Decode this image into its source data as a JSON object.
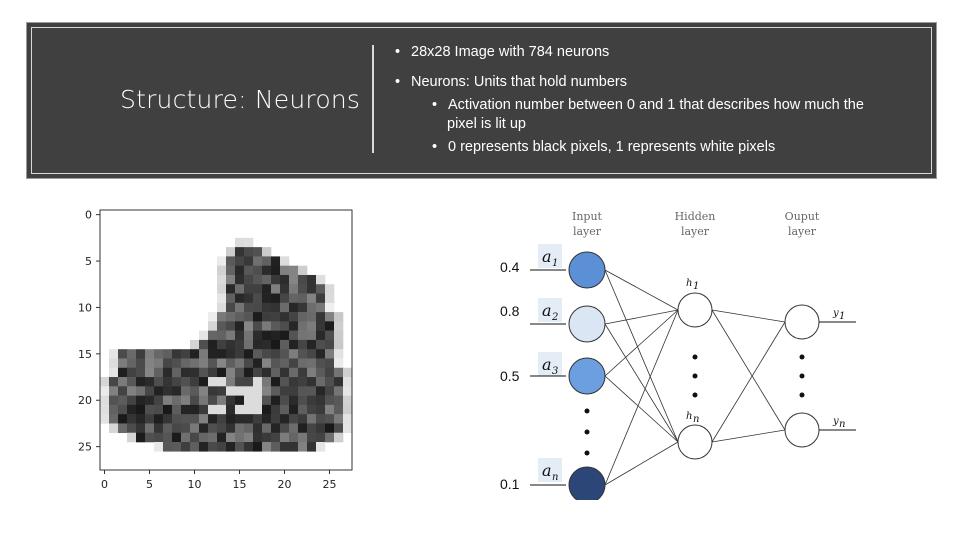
{
  "slide": {
    "title": "Structure: Neurons",
    "bullets": [
      {
        "text": "28x28 Image with 784 neurons"
      },
      {
        "text": "Neurons: Units that hold numbers",
        "sub": [
          {
            "line1": "Activation number between 0 and 1 that describes how much the",
            "line2": "pixel is lit up"
          },
          {
            "line1": "0 represents black pixels, 1 represents white pixels"
          }
        ]
      }
    ],
    "bullet_char": "•"
  },
  "image_plot": {
    "x_ticks": [
      "0",
      "5",
      "10",
      "15",
      "20",
      "25"
    ],
    "y_ticks": [
      "0",
      "5",
      "10",
      "15",
      "20",
      "25"
    ]
  },
  "network": {
    "layer_labels": [
      {
        "line1": "Input",
        "line2": "layer"
      },
      {
        "line1": "Hidden",
        "line2": "layer"
      },
      {
        "line1": "Ouput",
        "line2": "layer"
      }
    ],
    "input_neurons": [
      {
        "activation": "0.4",
        "label": "a",
        "sub": "1",
        "color": "#5b8fd6"
      },
      {
        "activation": "0.8",
        "label": "a",
        "sub": "2",
        "color": "#dbe6f4"
      },
      {
        "activation": "0.5",
        "label": "a",
        "sub": "3",
        "color": "#6c9fe0"
      },
      {
        "activation": "0.1",
        "label": "a",
        "sub": "n",
        "color": "#2c4678"
      }
    ],
    "hidden_labels": [
      {
        "label": "h",
        "sub": "1"
      },
      {
        "label": "h",
        "sub": "n"
      }
    ],
    "output_labels": [
      {
        "label": "y",
        "sub": "1"
      },
      {
        "label": "y",
        "sub": "n"
      }
    ]
  }
}
